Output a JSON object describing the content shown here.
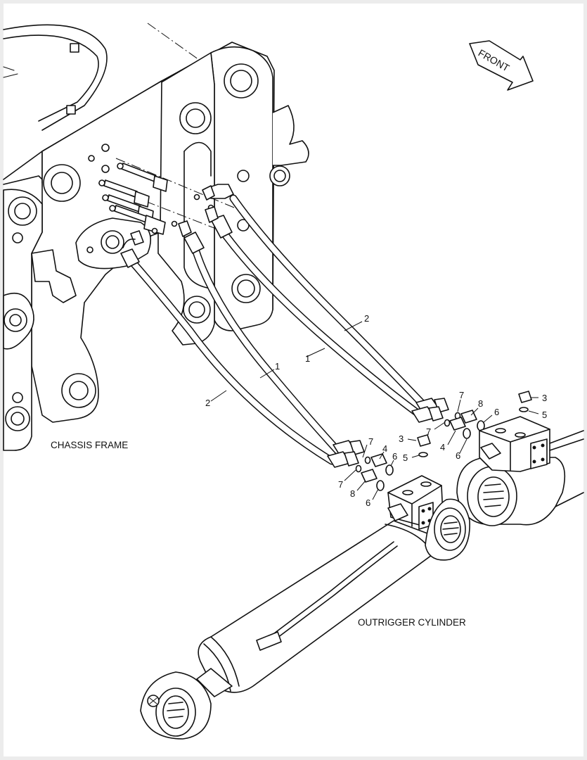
{
  "labels": {
    "chassis_frame": "CHASSIS FRAME",
    "outrigger_cylinder": "OUTRIGGER CYLINDER",
    "front": "FRONT"
  },
  "callouts": {
    "hose_2_upper": "2",
    "hose_1_upper": "1",
    "hose_1_mid": "1",
    "hose_2_lower": "2",
    "left_7a": "7",
    "left_4": "4",
    "left_6a": "6",
    "left_7b": "7",
    "left_8": "8",
    "left_6b": "6",
    "left_3": "3",
    "left_5": "5",
    "right_7a": "7",
    "right_8": "8",
    "right_6a": "6",
    "right_7b": "7",
    "right_4": "4",
    "right_6b": "6",
    "right_3": "3",
    "right_5": "5"
  }
}
